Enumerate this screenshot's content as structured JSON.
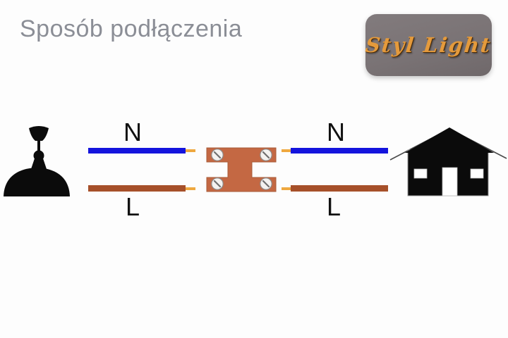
{
  "page": {
    "background_color": "#fdfdfd"
  },
  "header": {
    "title": "Sposób podłączenia",
    "title_color": "#8b8e96"
  },
  "logo": {
    "text": "Styl Light",
    "background_color": "#7a7375",
    "text_color": "#e49a3c"
  },
  "diagram": {
    "left_icon": "pendant-lamp-icon",
    "right_icon": "house-icon",
    "connector": {
      "name": "terminal-block",
      "color": "#c46843",
      "screw_count": 4
    },
    "wires": {
      "neutral_color": "#1414dd",
      "live_color": "#a6502a",
      "bare_tip_color": "#efa83f"
    },
    "labels": {
      "lamp_neutral": "N",
      "lamp_live": "L",
      "mains_neutral": "N",
      "mains_live": "L"
    }
  }
}
